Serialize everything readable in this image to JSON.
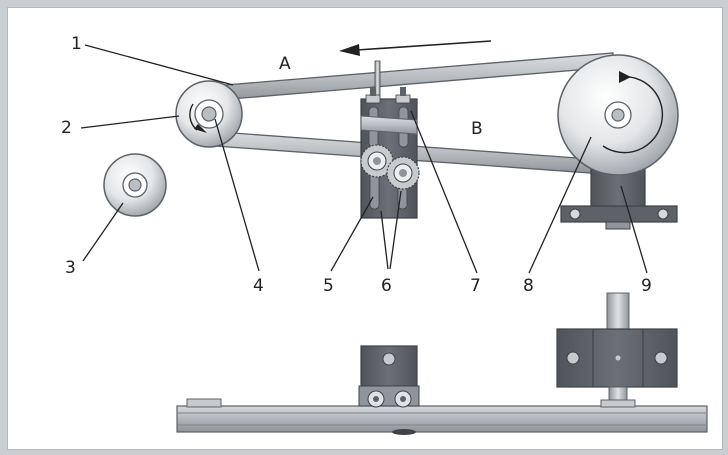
{
  "colors": {
    "background": "#c9ced3",
    "panel": "#ffffff",
    "metal_dark": "#5c6268",
    "metal_mid": "#9aa0a5",
    "metal_light": "#e6e8ea",
    "ink": "#222222"
  },
  "labels": {
    "n1": "1",
    "n2": "2",
    "n3": "3",
    "n4": "4",
    "n5": "5",
    "n6": "6",
    "n7": "7",
    "n8": "8",
    "n9": "9",
    "a": "A",
    "b": "B"
  },
  "icons": {
    "direction": "arrow-left-icon",
    "rotation_small": "rotation-arrow-icon",
    "rotation_large": "rotation-arrow-icon"
  }
}
